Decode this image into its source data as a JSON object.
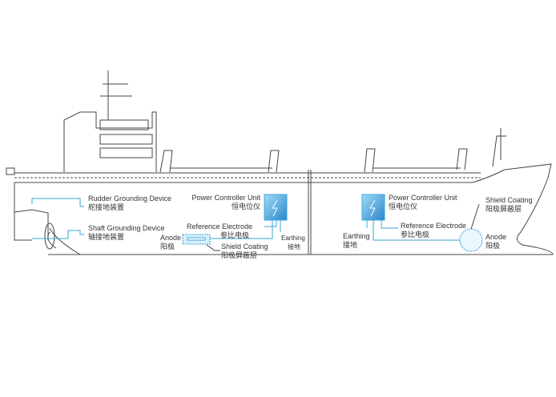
{
  "colors": {
    "accent": "#3aa6d8",
    "line": "#444444"
  },
  "labels": {
    "rudder_en": "Rudder Grounding Device",
    "rudder_zh": "舵接地装置",
    "shaft_en": "Shaft Grounding Device",
    "shaft_zh": "轴接地装置",
    "pcu_aft_en": "Power Controller Unit",
    "pcu_aft_zh": "恒电位仪",
    "ref_aft_en": "Reference Electrode",
    "ref_aft_zh": "参比电极",
    "anode_aft_en": "Anode",
    "anode_aft_zh": "阳极",
    "shield_aft_en": "Shield Coating",
    "shield_aft_zh": "阳极屏蔽层",
    "earth_aft_en": "Earthing",
    "earth_aft_zh": "接地",
    "pcu_fwd_en": "Power Controller Unit",
    "pcu_fwd_zh": "恒电位仪",
    "ref_fwd_en": "Reference Electrode",
    "ref_fwd_zh": "参比电极",
    "earth_fwd_en": "Earthing",
    "earth_fwd_zh": "接地",
    "shield_fwd_en": "Shield Coating",
    "shield_fwd_zh": "阳极屏蔽层",
    "anode_fwd_en": "Anode",
    "anode_fwd_zh": "阳极"
  }
}
